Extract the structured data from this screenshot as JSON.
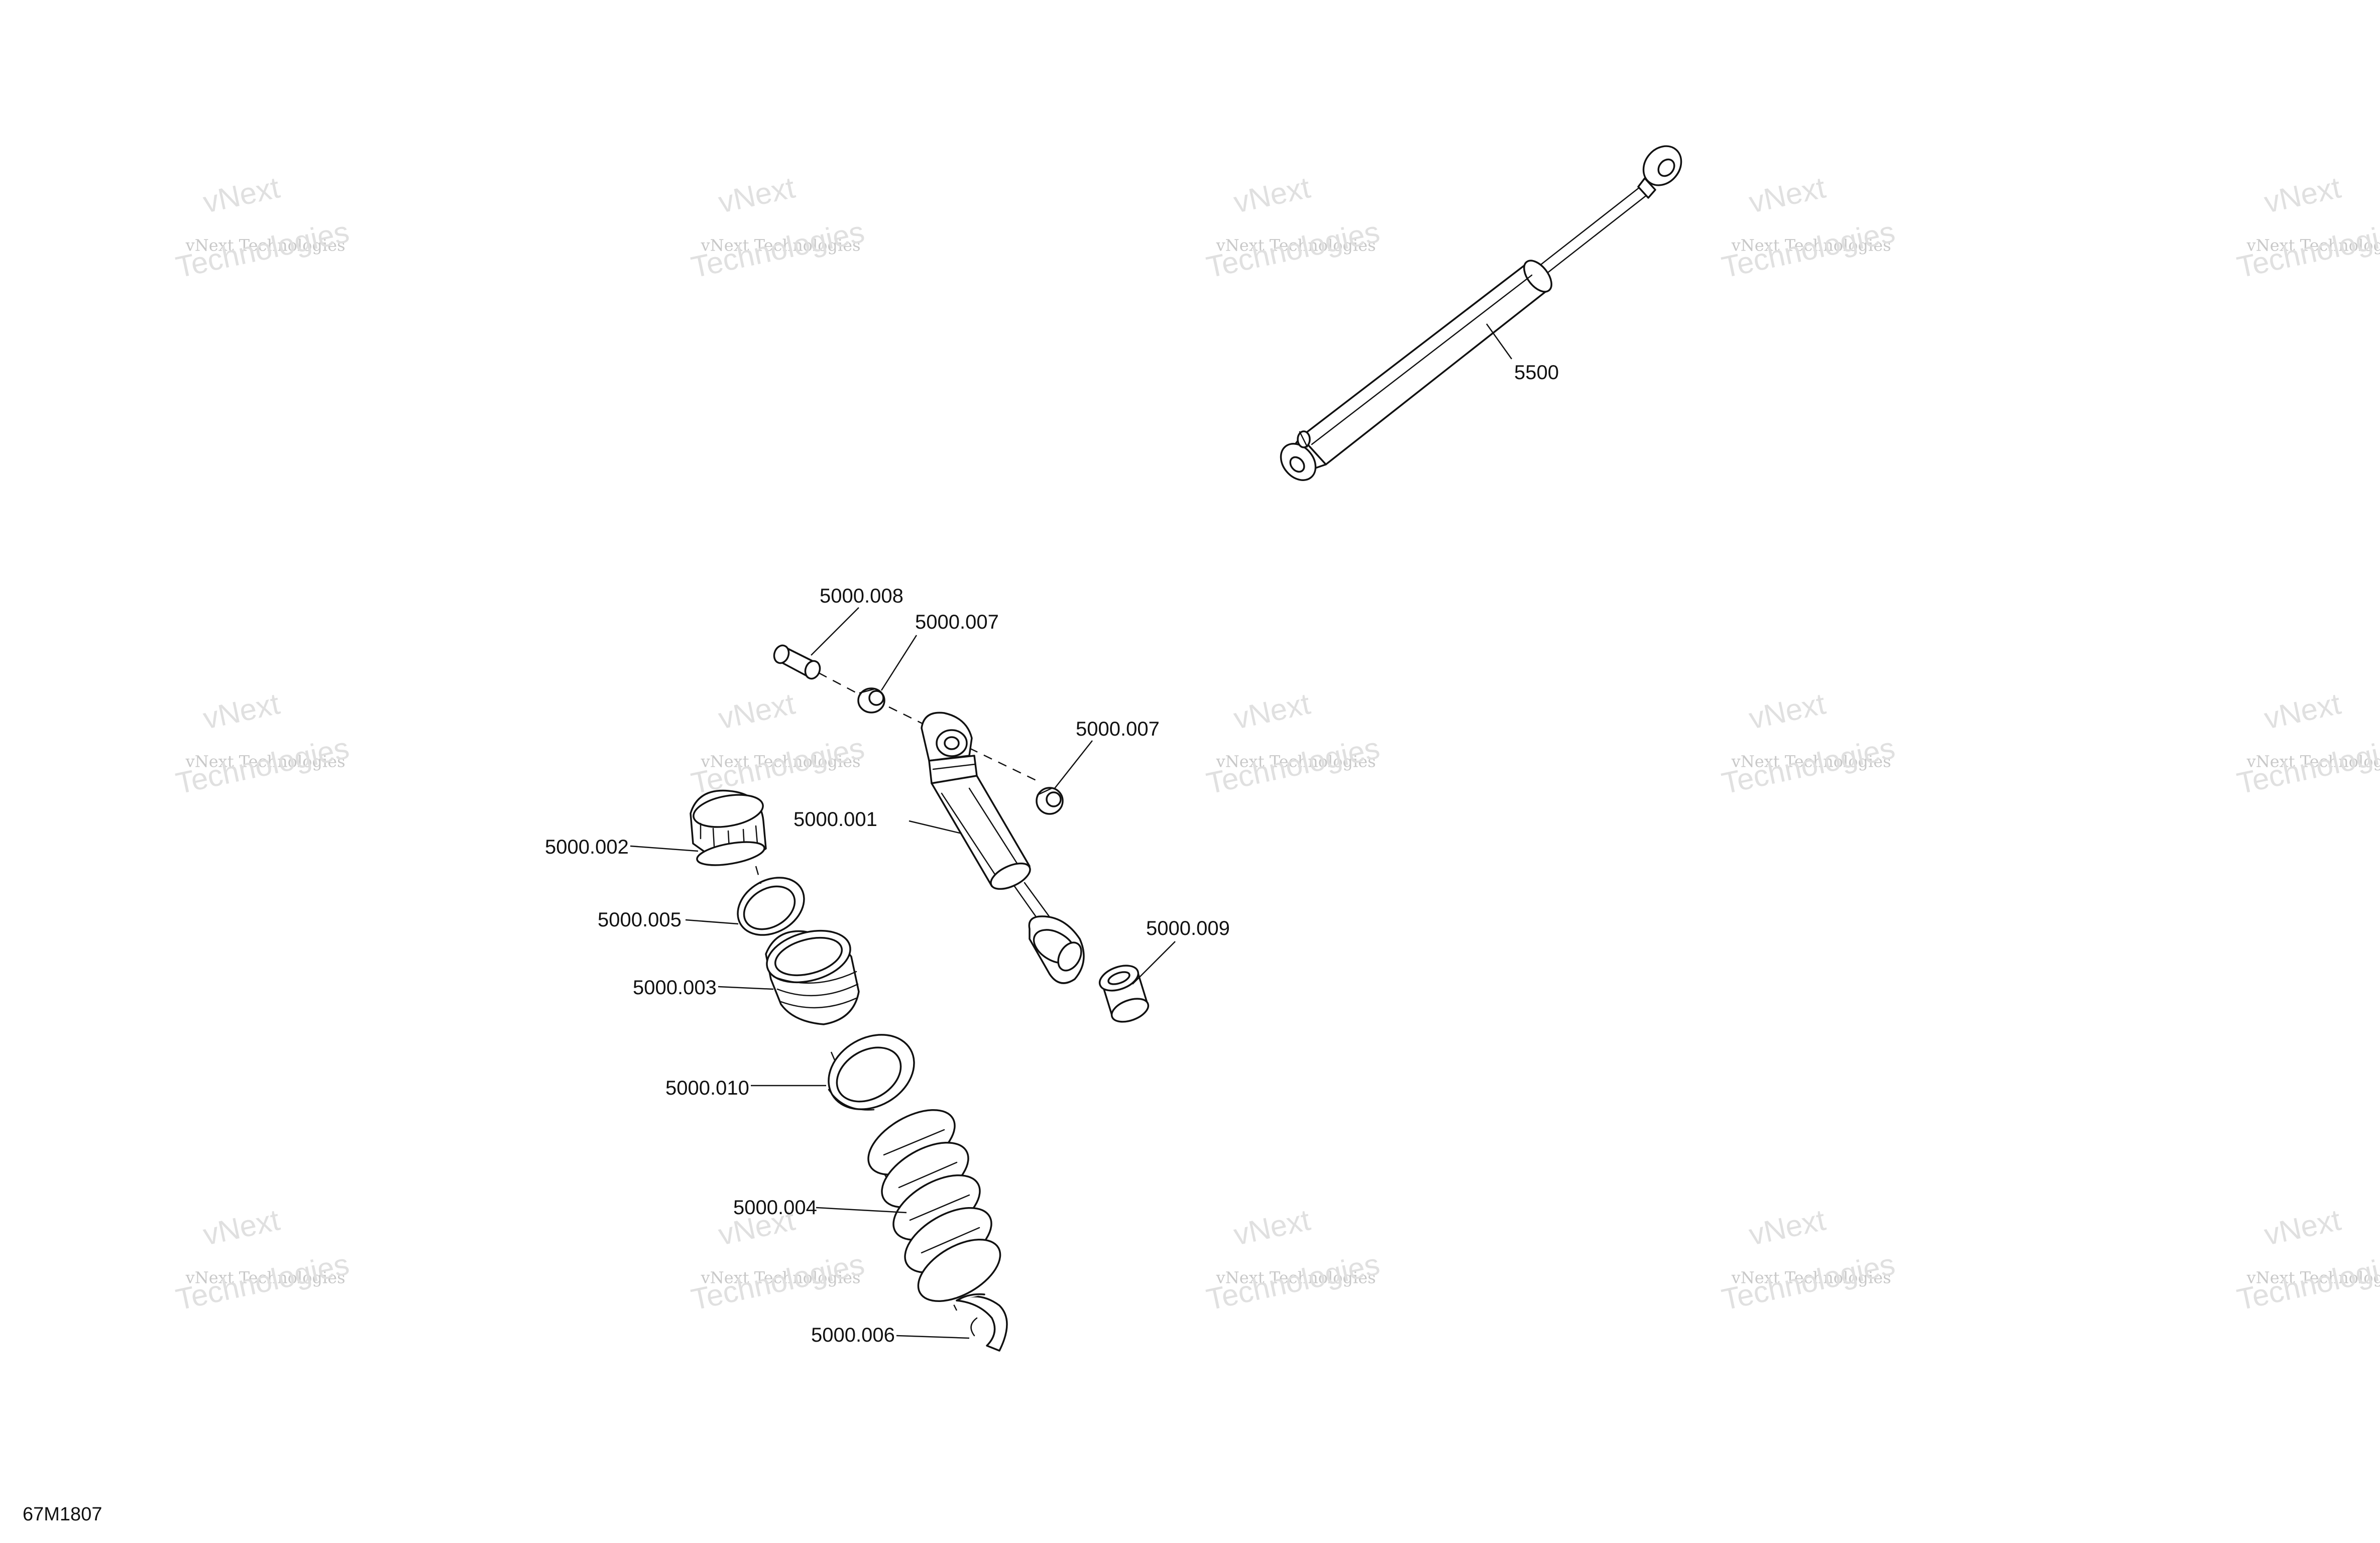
{
  "watermark": {
    "line_upper": "vNext",
    "line_middle": "vNext Technologies",
    "line_lower": "Technologies"
  },
  "figure_id": "67M1807",
  "callouts": {
    "c5500": "5500",
    "c5000_008": "5000.008",
    "c5000_007_top": "5000.007",
    "c5000_007_right": "5000.007",
    "c5000_001": "5000.001",
    "c5000_002": "5000.002",
    "c5000_005": "5000.005",
    "c5000_003": "5000.003",
    "c5000_009": "5000.009",
    "c5000_010": "5000.010",
    "c5000_004": "5000.004",
    "c5000_006": "5000.006"
  },
  "colors": {
    "line": "#111111",
    "watermark": "#e0e0e0",
    "background": "#ffffff"
  }
}
